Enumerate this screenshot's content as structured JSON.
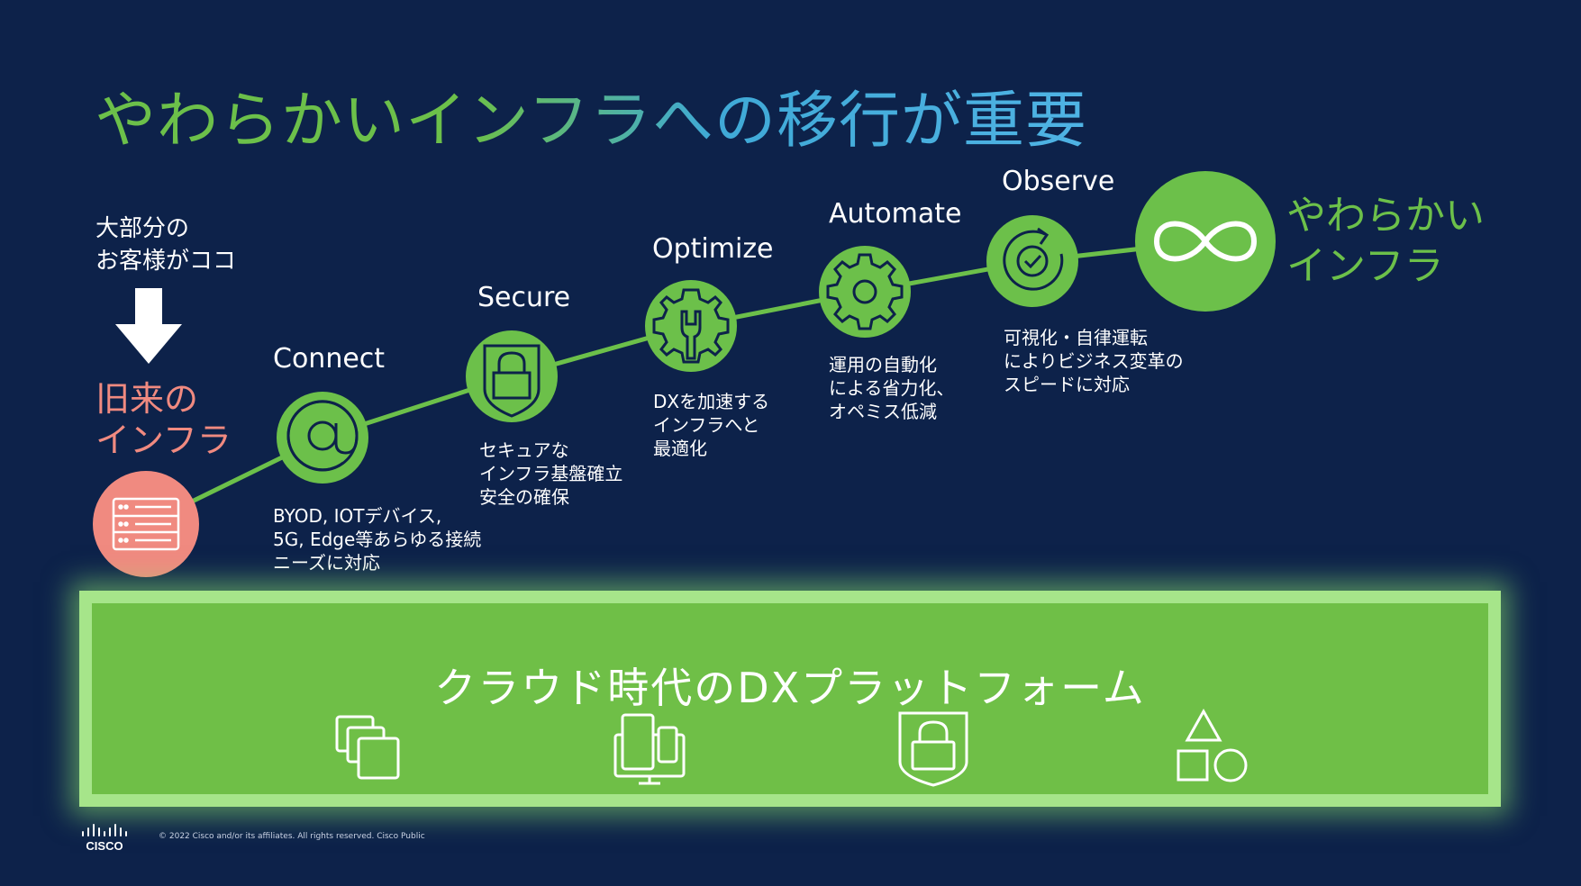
{
  "title": "やわらかいインフラへの移行が重要",
  "customers_note": {
    "line1": "大部分の",
    "line2": "お客様がココ"
  },
  "legacy_infra": {
    "line1": "旧来の",
    "line2": "インフラ",
    "icon": "server-rack-icon"
  },
  "steps": [
    {
      "title": "Connect",
      "icon": "at-sign-icon",
      "description": "BYOD, IOTデバイス,\n5G, Edge等あらゆる接続\nニーズに対応"
    },
    {
      "title": "Secure",
      "icon": "shield-lock-icon",
      "description": "セキュアな\nインフラ基盤確立\n安全の確保"
    },
    {
      "title": "Optimize",
      "icon": "gear-wrench-icon",
      "description": "DXを加速する\nインフラへと\n最適化"
    },
    {
      "title": "Automate",
      "icon": "gear-icon",
      "description": "運用の自動化\nによる省力化、\nオペミス低減"
    },
    {
      "title": "Observe",
      "icon": "refresh-check-icon",
      "description": "可視化・自律運転\nによりビジネス変革の\nスピードに対応"
    }
  ],
  "flexible_infra": {
    "line1": "やわらかい",
    "line2": "インフラ",
    "icon": "infinity-icon"
  },
  "platform": {
    "title": "クラウド時代のDXプラットフォーム",
    "icons": [
      "stacked-windows-icon",
      "devices-icon",
      "shield-lock-icon",
      "shapes-icon"
    ]
  },
  "footer": {
    "logo_text": "CISCO",
    "copyright": "© 2022  Cisco and/or its affiliates. All rights reserved.    Cisco Public"
  },
  "colors": {
    "background": "#0d224a",
    "green": "#6cc04a",
    "legacy": "#f08a80",
    "title_blue": "#3fa9d6"
  }
}
